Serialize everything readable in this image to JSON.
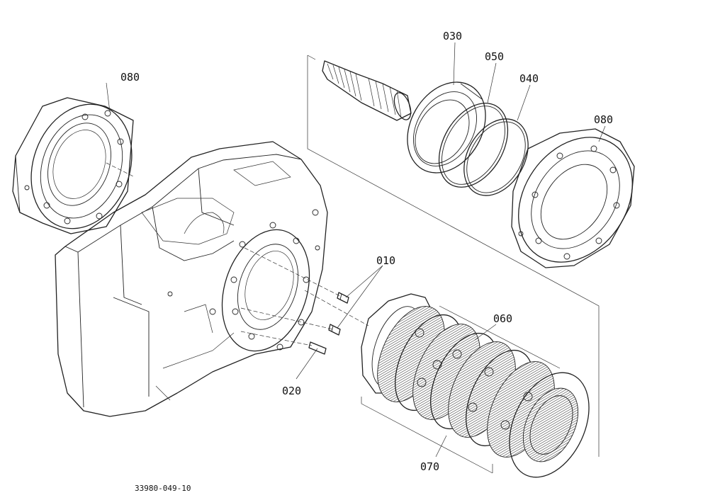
{
  "callouts": {
    "c010": "010",
    "c020": "020",
    "c030": "030",
    "c040": "040",
    "c050": "050",
    "c060": "060",
    "c070": "070",
    "c080_left": "080",
    "c080_right": "080"
  },
  "drawing_code": "33980-049-10"
}
